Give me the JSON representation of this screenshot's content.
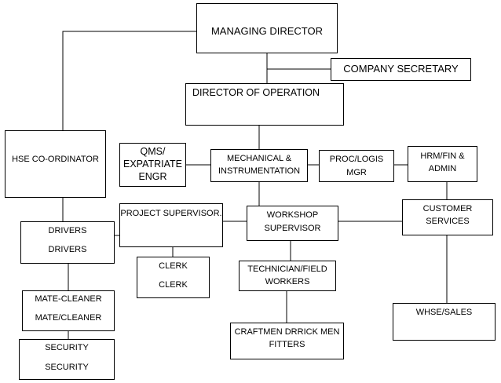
{
  "org_chart": {
    "managing_director": "MANAGING DIRECTOR",
    "company_secretary": "COMPANY SECRETARY",
    "director_of_operation": "DIRECTOR OF OPERATION",
    "hse_coordinator": "HSE CO-ORDINATOR",
    "qms": {
      "line1": "QMS/",
      "line2": "EXPATRIATE",
      "line3": "ENGR"
    },
    "mechanical": {
      "line1": "MECHANICAL &",
      "line2": "INSTRUMENTATION"
    },
    "proc_logis": {
      "line1": "PROC/LOGIS",
      "line2": "MGR"
    },
    "hrm": {
      "line1": "HRM/FIN &",
      "line2": "ADMIN"
    },
    "project_supervisor": "PROJECT SUPERVISOR.",
    "workshop_supervisor": {
      "line1": "WORKSHOP",
      "line2": "SUPERVISOR"
    },
    "customer_services": {
      "line1": "CUSTOMER",
      "line2": "SERVICES"
    },
    "drivers": {
      "line1": "DRIVERS",
      "line2": "DRIVERS"
    },
    "clerk": {
      "line1": "CLERK",
      "line2": "CLERK"
    },
    "technician": {
      "line1": "TECHNICIAN/FIELD",
      "line2": "WORKERS"
    },
    "mate_cleaner": {
      "line1": "MATE-CLEANER",
      "line2": "MATE/CLEANER"
    },
    "craftmen": {
      "line1": "CRAFTMEN DRRICK MEN",
      "line2": "FITTERS"
    },
    "whse_sales": "WHSE/SALES",
    "security": {
      "line1": "SECURITY",
      "line2": "SECURITY"
    }
  }
}
